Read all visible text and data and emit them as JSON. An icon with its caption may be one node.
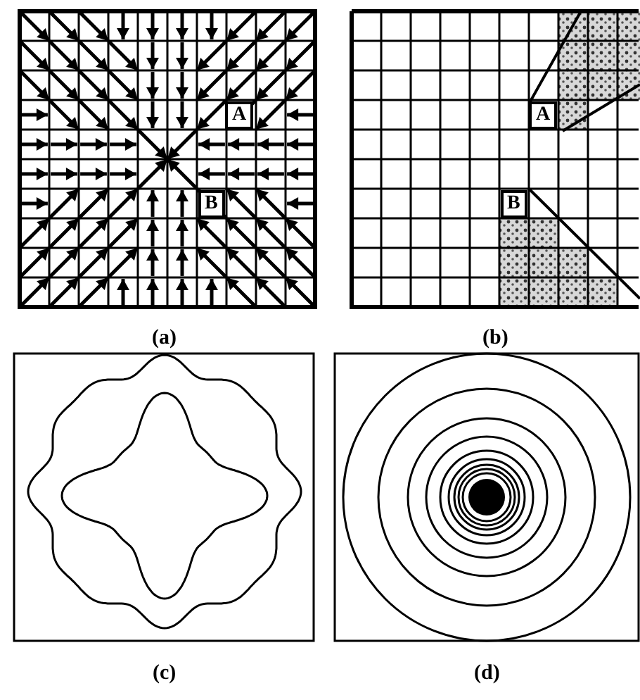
{
  "diagram": {
    "labels": [
      "A",
      "B",
      "(a)",
      "A",
      "B",
      "(b)",
      "(c)",
      "(d)"
    ]
  }
}
